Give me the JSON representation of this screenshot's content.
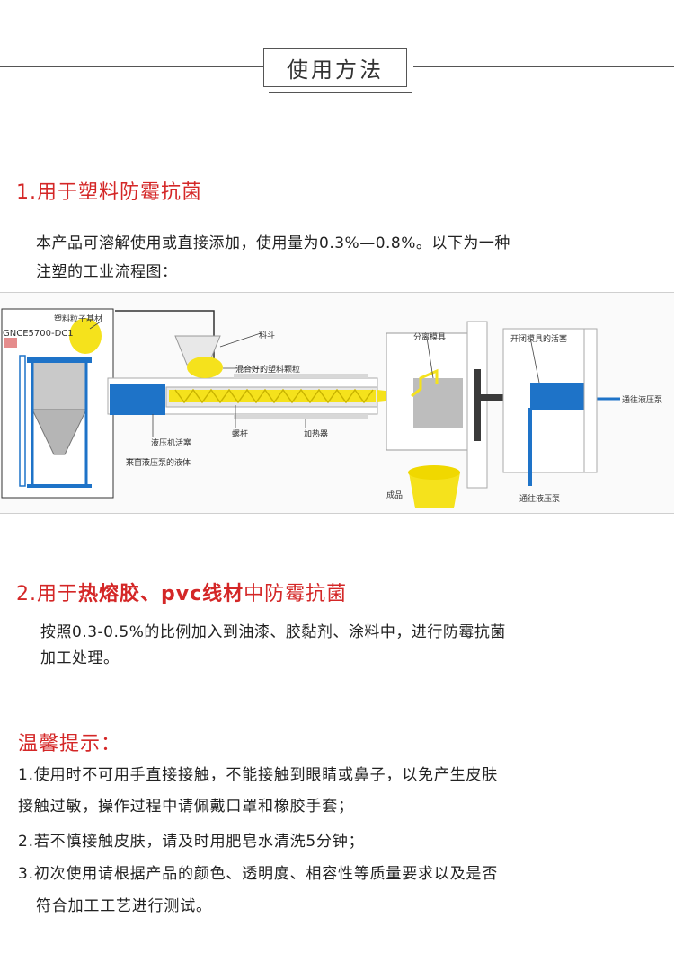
{
  "header": {
    "title": "使用方法"
  },
  "section1": {
    "title": "1.用于塑料防霉抗菌",
    "text_line1": "本产品可溶解使用或直接添加，使用量为0.3%—0.8%。以下为一种",
    "text_line2": "注塑的工业流程图："
  },
  "diagram": {
    "machine_model": "GNCE5700-DC1",
    "labels": {
      "granules": "塑料粒子基材",
      "hopper": "料斗",
      "mixed": "混合好的塑料颗粒",
      "screw": "螺杆",
      "heater": "加热器",
      "piston": "液压机活塞",
      "fluid": "来自液压泵的液体",
      "mold": "分离模具",
      "mold_piston": "开闭模具的活塞",
      "to_pump_right": "通往液压泵",
      "to_pump_bottom": "通往液压泵",
      "product": "成品"
    }
  },
  "section2": {
    "title_prefix": "2.用于",
    "title_bold": "热熔胶、pvc线材",
    "title_suffix": "中防霉抗菌",
    "text_line1": "按照0.3-0.5%的比例加入到油漆、胶黏剂、涂料中，进行防霉抗菌",
    "text_line2": "加工处理。"
  },
  "tips": {
    "title": "温馨提示：",
    "lines": [
      "1.使用时不可用手直接接触，不能接触到眼睛或鼻子，以免产生皮肤",
      "接触过敏，操作过程中请佩戴口罩和橡胶手套；",
      "2.若不慎接触皮肤，请及时用肥皂水清洗5分钟；",
      "3.初次使用请根据产品的颜色、透明度、相容性等质量要求以及是否",
      "符合加工工艺进行测试。"
    ]
  },
  "colors": {
    "accent_red": "#d42727",
    "machine_blue": "#1e73c8",
    "plastic_yellow": "#f5e21c"
  }
}
